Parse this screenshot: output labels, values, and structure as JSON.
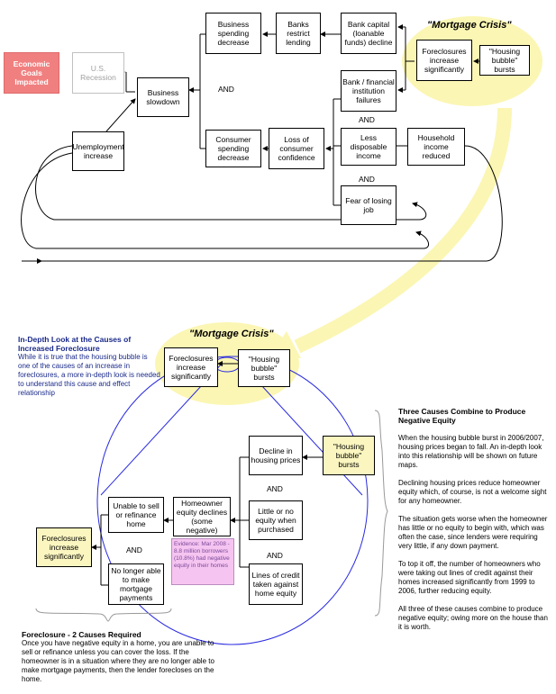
{
  "top": {
    "economic_goals": "Economic Goals Impacted",
    "us_recession": "U.S. Recession",
    "business_slowdown": "Business slowdown",
    "business_spending": "Business spending decrease",
    "banks_restrict": "Banks restrict lending",
    "bank_capital": "Bank capital (loanable funds) decline",
    "consumer_spending": "Consumer spending decrease",
    "loss_confidence": "Loss of consumer confidence",
    "bank_failures": "Bank / financial institution failures",
    "less_disposable": "Less disposable income",
    "household_income": "Household income reduced",
    "fear_job": "Fear of losing job",
    "unemployment": "Unemployment increase",
    "mortgage_crisis": "\"Mortgage Crisis\"",
    "foreclosures": "Foreclosures increase significantly",
    "housing_bubble": "\"Housing bubble\" bursts",
    "and1": "AND",
    "and2": "AND",
    "and3": "AND"
  },
  "bottom": {
    "mortgage_crisis": "\"Mortgage Crisis\"",
    "foreclosures": "Foreclosures increase significantly",
    "housing_bubble": "\"Housing bubble\" bursts",
    "decline_prices": "Decline in housing prices",
    "housing_bubble2": "\"Housing bubble\" bursts",
    "little_equity": "Little or no equity when purchased",
    "lines_credit": "Lines of credit taken against home equity",
    "homeowner_equity": "Homeowner equity declines (some negative)",
    "unable_sell": "Unable to sell or refinance home",
    "no_longer": "No longer able to make mortgage payments",
    "foreclosures2": "Foreclosures increase significantly",
    "and1": "AND",
    "and2": "AND",
    "and3": "AND",
    "evidence": "Evidence: Mar 2008 - 8.8 million borrowers (10.8%) had negative equity in their homes"
  },
  "indepth": {
    "title": "In-Depth Look at the Causes of Increased Foreclosure",
    "body": "While it is true that the housing bubble is one of the causes of an increase in foreclosures, a more in-depth look is needed to understand this cause and effect relationship"
  },
  "three_causes": {
    "title": "Three Causes Combine to Produce Negative Equity",
    "p1": "When the housing bubble burst in 2006/2007, housing prices began to fall.  An in-depth look into this relationship will be shown on future maps.",
    "p2": "Declining housing prices reduce homeowner equity which, of course, is not a welcome sight for any homeowner.",
    "p3": "The situation gets worse when the homeowner has little or no equity to begin with, which was often the case, since lenders were requiring very little, if any down payment.",
    "p4": "To top it off, the number of homeowners who were taking out lines of credit against their homes increased significantly from 1999 to 2006, further reducing equity.",
    "p5": "All three of these causes combine to produce negative equity; owing more on the house than it is worth."
  },
  "foreclosure": {
    "title": "Foreclosure -  2 Causes Required",
    "body": "Once you have negative equity in a home, you are unable to sell or refinance unless you can cover the loss.  If the homeowner is in a situation where they are no longer able to make mortgage payments, then the lender forecloses on the home."
  }
}
